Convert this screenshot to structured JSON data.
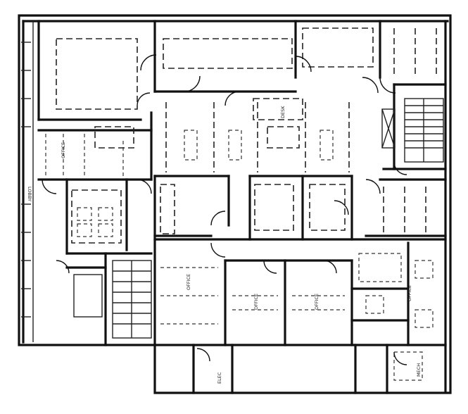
{
  "labels": {
    "office_left": "OFFICE",
    "lobby": "LOBBY",
    "desk": "DESK",
    "office_a": "OFFICE",
    "office_b": "OFFICE",
    "office_c": "OFFICE",
    "office_d": "OFFICE",
    "elec": "ELEC",
    "mech": "MECH"
  }
}
